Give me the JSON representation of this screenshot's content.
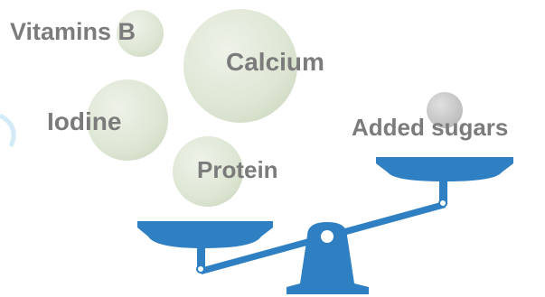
{
  "nutrients": [
    {
      "label": "Vitamins B"
    },
    {
      "label": "Calcium"
    },
    {
      "label": "Iodine"
    },
    {
      "label": "Protein"
    },
    {
      "label": "Added sugars"
    }
  ],
  "icons": [
    "balance-scale-icon"
  ],
  "colors": {
    "scale": "#2f7fc3",
    "nutrient_ball": "#dfe7d6",
    "sugar_ball": "#c9c9c9",
    "label_text": "#7b7b7b"
  }
}
